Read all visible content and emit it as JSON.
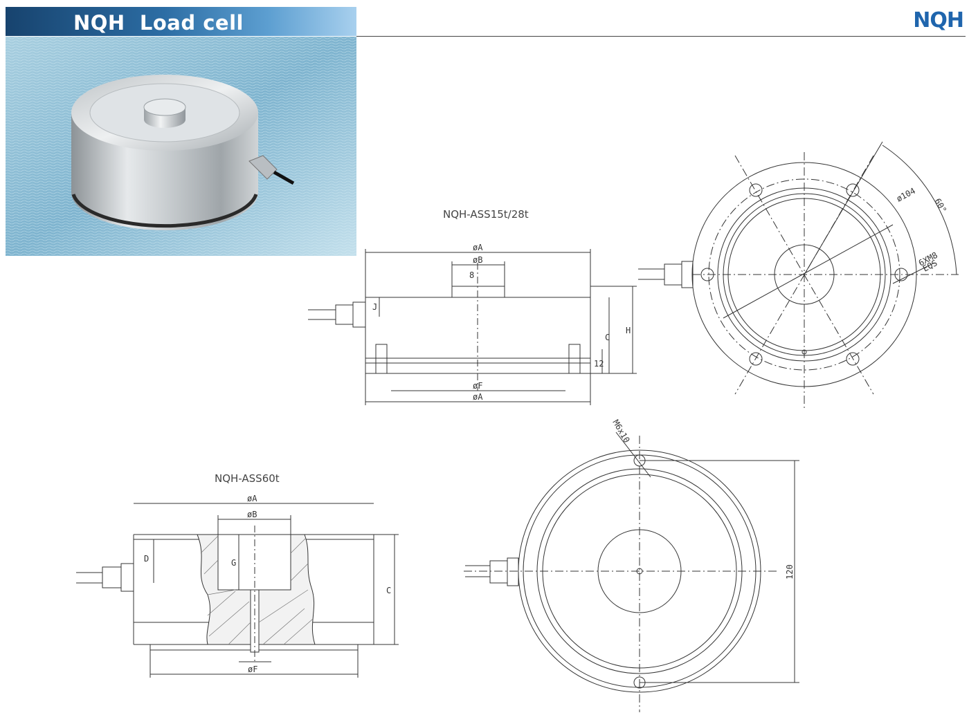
{
  "header": {
    "title": "NQH  Load cell",
    "brand": "NQH",
    "colors": {
      "banner_dark": "#17436e",
      "banner_light": "#a8d0ee",
      "brand_blue": "#1f65ad"
    }
  },
  "photo": {
    "subject": "load-cell-photo"
  },
  "drawing_top": {
    "model": "NQH-ASS15t/28t",
    "dim_A_top": "øA",
    "dim_B": "øB",
    "dim_8": "8",
    "dim_J": "J",
    "dim_C": "C",
    "dim_H": "H",
    "dim_12": "12",
    "dim_F": "øF",
    "dim_A_bottom": "øA"
  },
  "plan_top": {
    "dia": "ø104",
    "angle": "60°",
    "holes": "6XM8",
    "eq": "EQS"
  },
  "drawing_bottom": {
    "model": "NQH-ASS60t",
    "dim_A": "øA",
    "dim_B": "øB",
    "dim_D": "D",
    "dim_G": "G",
    "dim_C": "C",
    "dim_F": "øF"
  },
  "plan_bottom": {
    "thread": "M6x10",
    "dim_120": "120"
  }
}
